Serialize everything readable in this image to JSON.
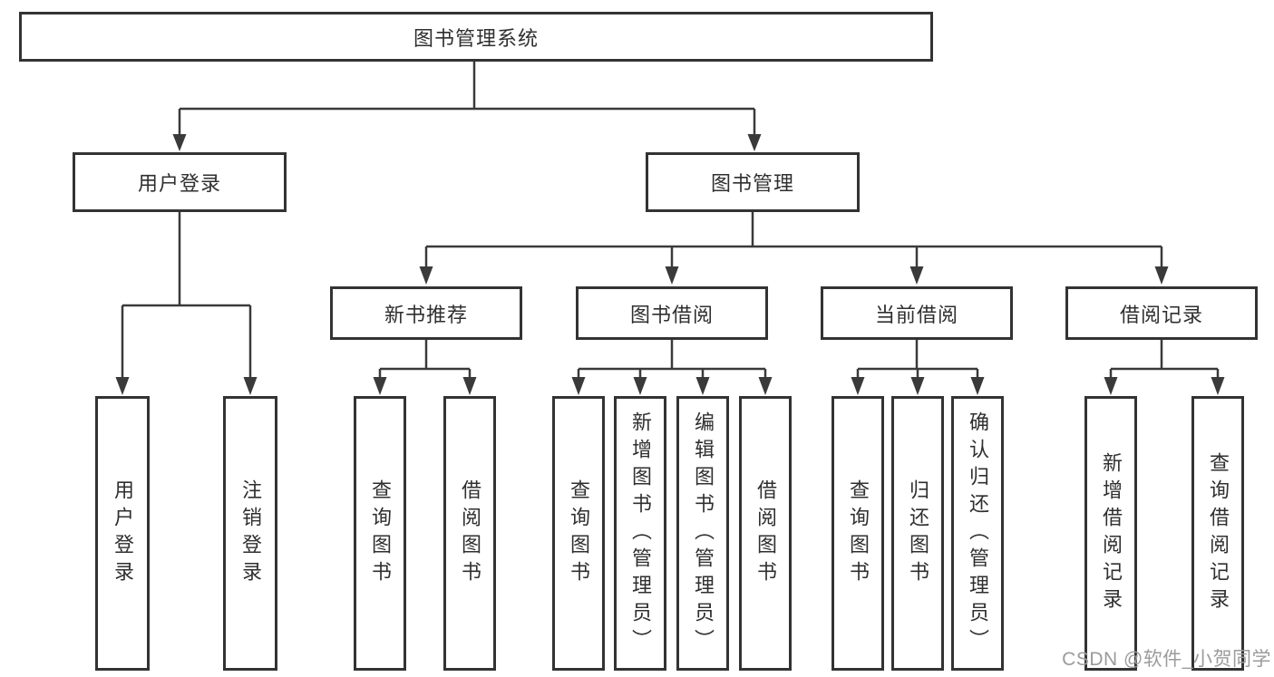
{
  "tree": {
    "root": "图书管理系统",
    "branches": [
      {
        "label": "用户登录",
        "leaves": [
          "用户登录",
          "注销登录"
        ]
      },
      {
        "label": "图书管理",
        "groups": [
          {
            "label": "新书推荐",
            "leaves": [
              "查询图书",
              "借阅图书"
            ]
          },
          {
            "label": "图书借阅",
            "leaves": [
              "查询图书",
              "新增图书（管理员）",
              "编辑图书（管理员）",
              "借阅图书"
            ]
          },
          {
            "label": "当前借阅",
            "leaves": [
              "查询图书",
              "归还图书",
              "确认归还（管理员）"
            ]
          },
          {
            "label": "借阅记录",
            "leaves": [
              "新增借阅记录",
              "查询借阅记录"
            ]
          }
        ]
      }
    ]
  },
  "watermark": {
    "text": "CSDN @软件_小贺同学"
  },
  "colors": {
    "line": "#3a3a3a",
    "boxBorder": "#333333",
    "text": "#2f2f2f",
    "watermark": "#9b9b9b",
    "background": "#ffffff"
  }
}
